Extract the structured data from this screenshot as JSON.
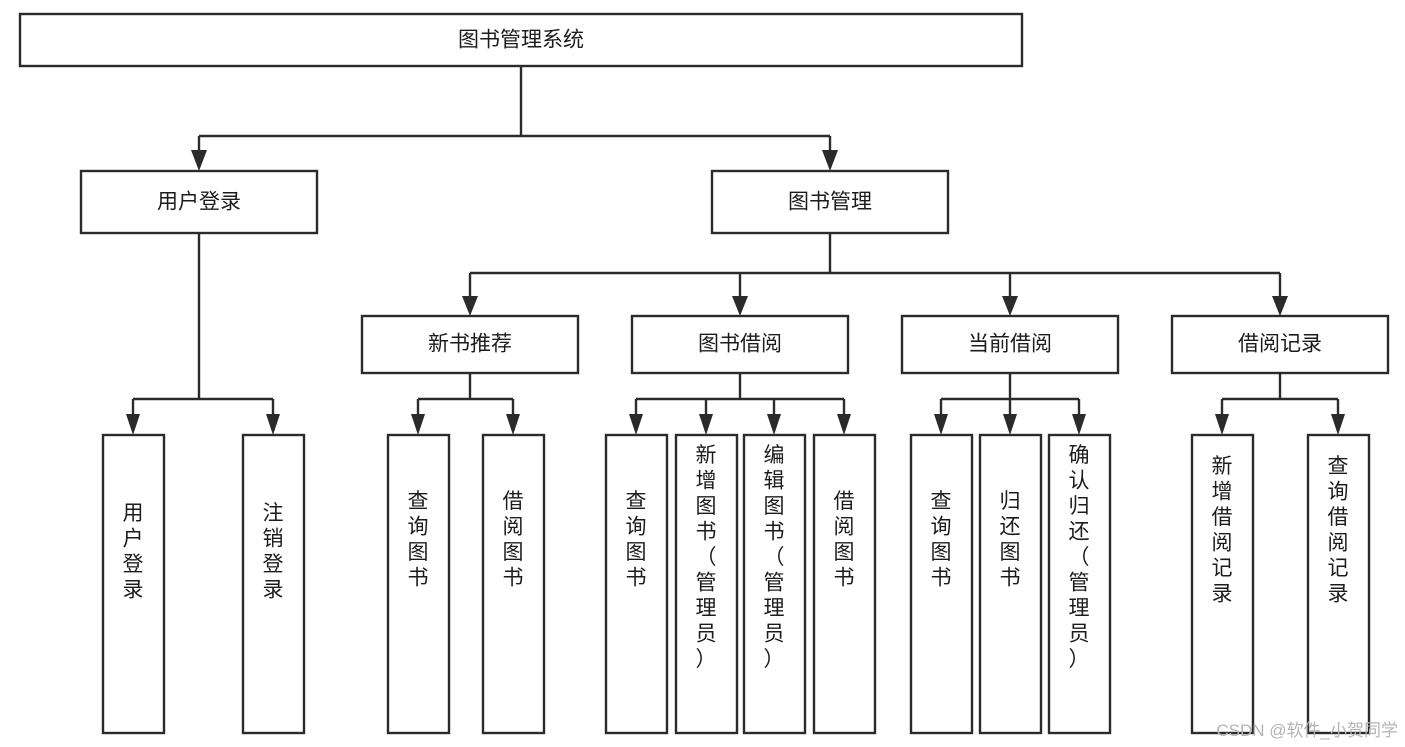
{
  "diagram": {
    "title": "图书管理系统",
    "type": "tree-hierarchy-diagram",
    "colors": {
      "box_stroke": "#2b2b2b",
      "box_fill": "#ffffff",
      "connector": "#2b2b2b",
      "text": "#1c1c1c",
      "watermark": "#b4b4b4",
      "background": "#ffffff"
    },
    "root": {
      "label": "图书管理系统"
    },
    "level2": [
      {
        "label": "用户登录"
      },
      {
        "label": "图书管理"
      }
    ],
    "level3": [
      {
        "label": "新书推荐"
      },
      {
        "label": "图书借阅"
      },
      {
        "label": "当前借阅"
      },
      {
        "label": "借阅记录"
      }
    ],
    "leaves": {
      "user_login": [
        {
          "label": "用户登录"
        },
        {
          "label": "注销登录"
        }
      ],
      "new_book_recommend": [
        {
          "label": "查询图书"
        },
        {
          "label": "借阅图书"
        }
      ],
      "book_borrow": [
        {
          "label": "查询图书"
        },
        {
          "label": "新增图书（管理员）"
        },
        {
          "label": "编辑图书（管理员）"
        },
        {
          "label": "借阅图书"
        }
      ],
      "current_borrow": [
        {
          "label": "查询图书"
        },
        {
          "label": "归还图书"
        },
        {
          "label": "确认归还（管理员）"
        }
      ],
      "borrow_record": [
        {
          "label": "新增借阅记录"
        },
        {
          "label": "查询借阅记录"
        }
      ]
    }
  },
  "watermark": {
    "text": "CSDN @软件_小贺同学"
  }
}
